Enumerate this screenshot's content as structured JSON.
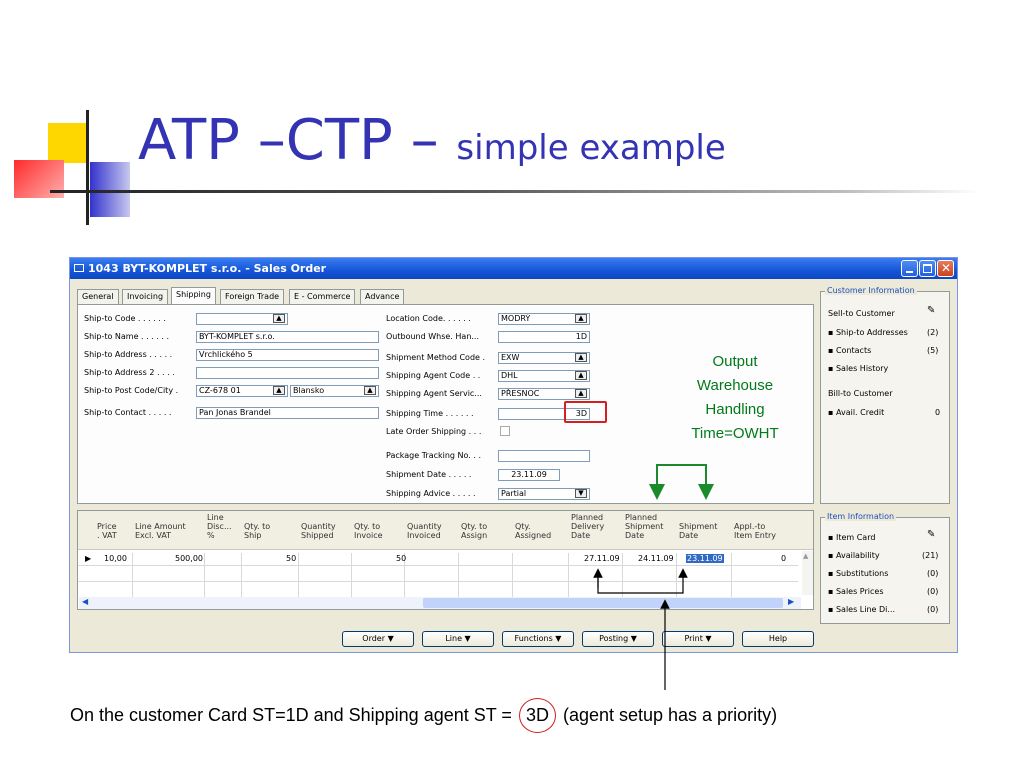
{
  "slide": {
    "title_main": "ATP –CTP – ",
    "title_sub": "simple example",
    "bottom_left": "On the customer Card ST=1D and Shipping agent ST  = ",
    "bottom_circled": "3D",
    "bottom_right": " (agent setup has a priority)"
  },
  "annotation": {
    "line1": "Output",
    "line2": "Warehouse",
    "line3": "Handling",
    "line4": "Time=OWHT"
  },
  "window": {
    "title": "1043 BYT-KOMPLET s.r.o. - Sales Order",
    "tabs": [
      "General",
      "Invoicing",
      "Shipping",
      "Foreign Trade",
      "E - Commerce",
      "Advance"
    ],
    "active_tab": "Shipping"
  },
  "left_fields": {
    "ship_to_code_label": "Ship-to Code . . . . . .",
    "ship_to_name_label": "Ship-to Name . . . . . .",
    "ship_to_name": "BYT-KOMPLET s.r.o.",
    "ship_to_address_label": "Ship-to Address . . . . .",
    "ship_to_address": "Vrchlického 5",
    "ship_to_address2_label": "Ship-to Address 2 . . . .",
    "ship_to_post_label": "Ship-to Post Code/City  .",
    "post_code": "CZ-678 01",
    "city": "Blansko",
    "ship_to_contact_label": "Ship-to Contact . . . . .",
    "ship_to_contact": "Pan Jonas Brandel"
  },
  "right_fields": {
    "location_code_label": "Location Code. . . . . .",
    "location_code": "MODRÝ",
    "outbound_label": "Outbound Whse. Han...",
    "outbound": "1D",
    "shipment_method_label": "Shipment Method Code  .",
    "shipment_method": "EXW",
    "shipping_agent_code_label": "Shipping Agent Code  . .",
    "shipping_agent_code": "DHL",
    "shipping_agent_service_label": "Shipping Agent Servic...",
    "shipping_agent_service": "PŘESNOC",
    "shipping_time_label": "Shipping Time . . . . . .",
    "shipping_time": "3D",
    "late_order_label": "Late Order Shipping . . .",
    "package_tracking_label": "Package Tracking No. . .",
    "shipment_date_label": "Shipment Date  . . . . .",
    "shipment_date": "23.11.09",
    "shipping_advice_label": "Shipping Advice . . . . .",
    "shipping_advice": "Partial"
  },
  "customer_info": {
    "header": "Customer Information",
    "sell_to": "Sell-to Customer",
    "ship_to_addresses": "Ship-to Addresses",
    "ship_to_addresses_count": "(2)",
    "contacts": "Contacts",
    "contacts_count": "(5)",
    "sales_history": "Sales History",
    "bill_to": "Bill-to Customer",
    "avail_credit": "Avail. Credit",
    "avail_credit_value": "0"
  },
  "item_info": {
    "header": "Item Information",
    "item_card": "Item Card",
    "availability": "Availability",
    "availability_count": "(21)",
    "substitutions": "Substitutions",
    "substitutions_count": "(0)",
    "sales_prices": "Sales Prices",
    "sales_prices_count": "(0)",
    "sales_line_di": "Sales Line Di...",
    "sales_line_di_count": "(0)"
  },
  "grid": {
    "headers": [
      [
        "Price",
        ". VAT"
      ],
      [
        "Line Amount",
        "Excl. VAT"
      ],
      [
        "Line",
        "Disc...",
        "%"
      ],
      [
        "Qty. to",
        "Ship"
      ],
      [
        "Quantity",
        "Shipped"
      ],
      [
        "Qty. to",
        "Invoice"
      ],
      [
        "Quantity",
        "Invoiced"
      ],
      [
        "Qty. to",
        "Assign"
      ],
      [
        "Qty.",
        "Assigned"
      ],
      [
        "Planned",
        "Delivery",
        "Date"
      ],
      [
        "Planned",
        "Shipment",
        "Date"
      ],
      [
        "Shipment",
        "Date"
      ],
      [
        "Appl.-to",
        "Item Entry"
      ]
    ],
    "row": {
      "price": "10,00",
      "line_amount": "500,00",
      "qty_to_ship": "50",
      "qty_to_invoice": "50",
      "planned_delivery": "27.11.09",
      "planned_shipment": "24.11.09",
      "shipment_date": "23.11.09",
      "appl_to": "0"
    }
  },
  "buttons": [
    "Order",
    "Line",
    "Functions",
    "Posting",
    "Print",
    "Help"
  ]
}
